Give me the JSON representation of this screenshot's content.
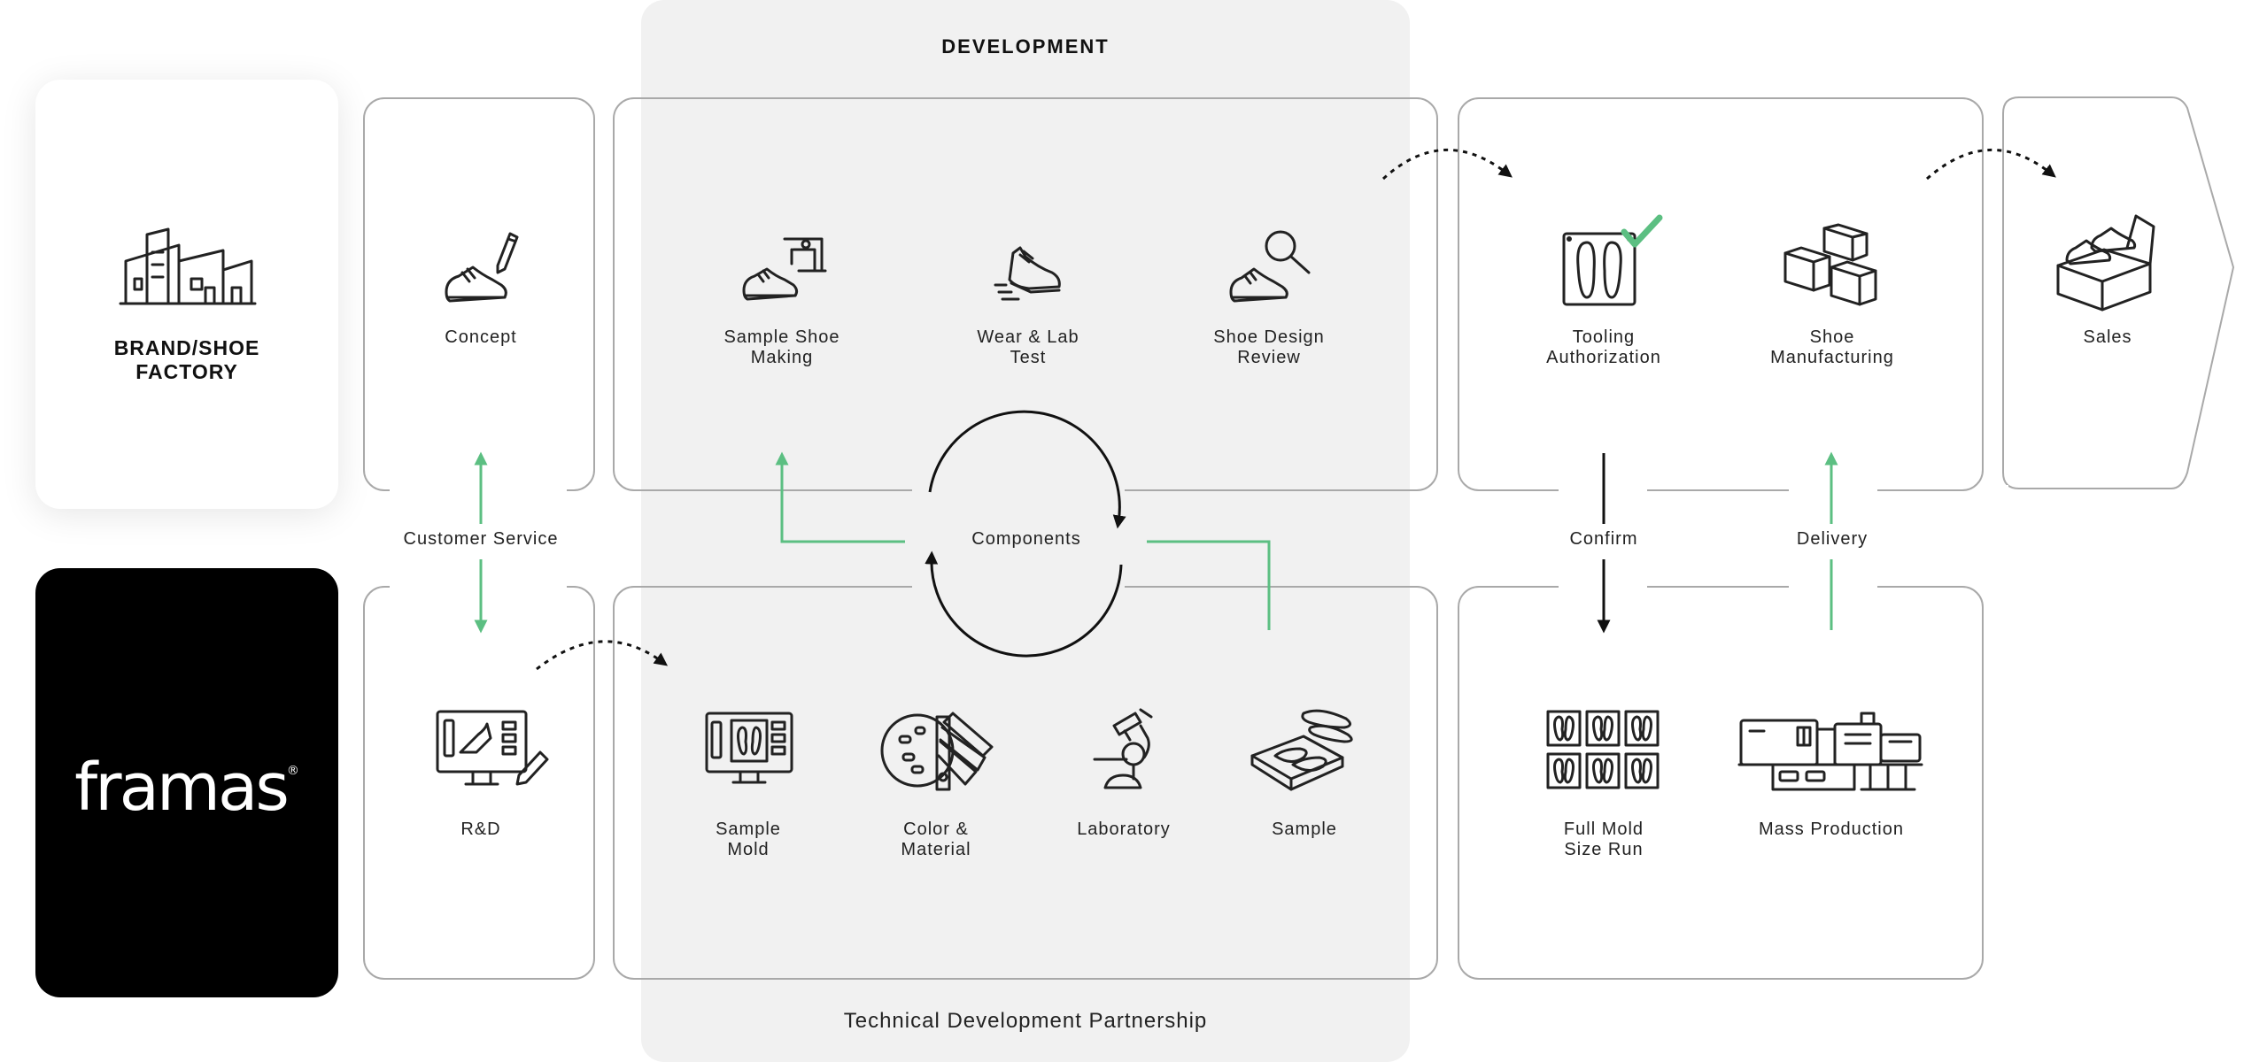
{
  "header": {
    "development_title": "DEVELOPMENT"
  },
  "footer": {
    "partnership_label": "Technical Development Partnership"
  },
  "brand": {
    "label": "BRAND/SHOE\nFACTORY"
  },
  "framas": {
    "logo_text": "framas",
    "logo_mark": "®"
  },
  "steps": {
    "concept": "Concept",
    "sample_shoe_making": "Sample Shoe\nMaking",
    "wear_lab_test": "Wear & Lab\nTest",
    "shoe_design_review": "Shoe Design\nReview",
    "tooling_authorization": "Tooling\nAuthorization",
    "shoe_manufacturing": "Shoe\nManufacturing",
    "sales": "Sales",
    "rnd": "R&D",
    "sample_mold": "Sample\nMold",
    "color_material": "Color &\nMaterial",
    "laboratory": "Laboratory",
    "sample": "Sample",
    "full_mold_size_run": "Full Mold\nSize Run",
    "mass_production": "Mass Production"
  },
  "connectors": {
    "customer_service": "Customer Service",
    "components": "Components",
    "confirm": "Confirm",
    "delivery": "Delivery"
  },
  "colors": {
    "accent_green": "#5cbf82",
    "line_dark": "#111111",
    "box_border": "#a9a9a9",
    "dev_band": "#f1f1f1"
  }
}
